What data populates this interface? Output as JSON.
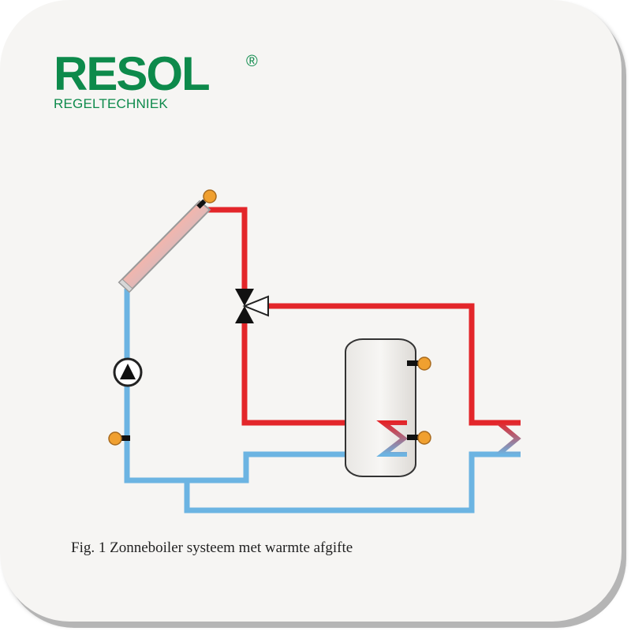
{
  "logo": {
    "name": "RESOL",
    "registered": "®",
    "subtitle": "REGELTECHNIEK"
  },
  "caption": "Fig. 1 Zonneboiler systeem met warmte afgifte",
  "colors": {
    "brand": "#0d8a4b",
    "hot_line": "#e3262a",
    "cold_line": "#6cb4e2",
    "sensor": "#f0a030",
    "background": "#f6f5f3"
  },
  "icons": [
    "solar-collector-icon",
    "pump-icon",
    "three-way-valve-icon",
    "storage-tank-icon",
    "heat-exchanger-icon",
    "temperature-sensor-icon"
  ]
}
